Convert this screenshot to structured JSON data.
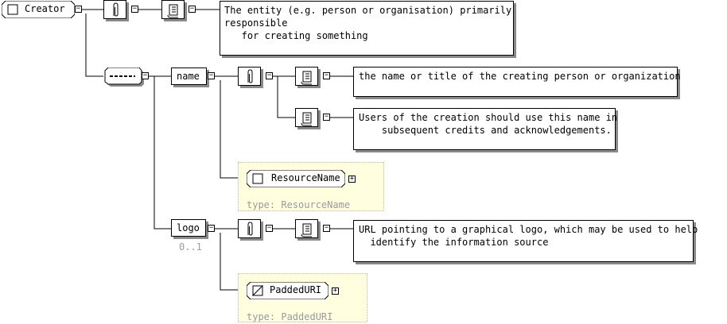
{
  "elements": {
    "creator": {
      "label": "Creator",
      "doc": "The entity (e.g. person or organisation) primarily\nresponsible\n   for creating something"
    },
    "name": {
      "label": "name",
      "doc1": "the name or title of the creating person or organization",
      "doc2": "Users of the creation should use this name in\n    subsequent credits and acknowledgements.",
      "type_ref": "ResourceName",
      "type_label": "type: ResourceName"
    },
    "logo": {
      "label": "logo",
      "cardinality": "0..1",
      "doc": "URL pointing to a graphical logo, which may be used to help\n  identify the information source",
      "type_ref": "PaddedURI",
      "type_label": "type: PaddedURI"
    }
  },
  "icons": {
    "annotation": "paperclip-icon",
    "documentation": "scroll-icon",
    "sequence": "sequence-compositor-icon",
    "complex_type": "square-icon",
    "simple_type": "triangle-icon",
    "collapse": "minus",
    "expand": "plus"
  }
}
